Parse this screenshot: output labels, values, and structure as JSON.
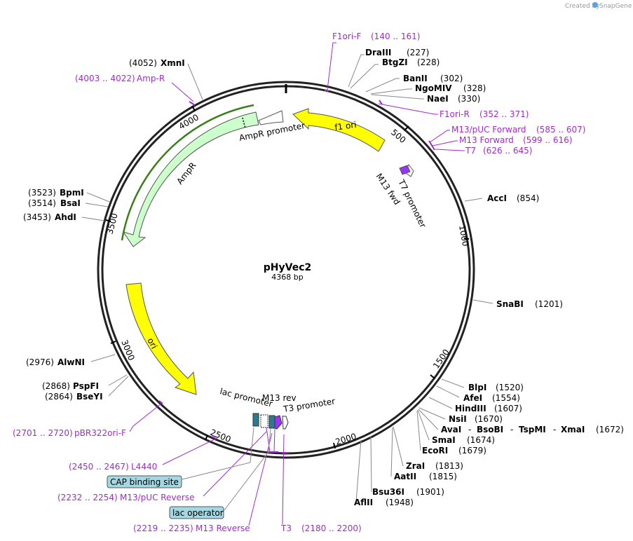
{
  "branding": {
    "created_by": "Created by",
    "app": "SnapGene"
  },
  "plasmid": {
    "name": "pHyVec2",
    "length_label": "4368 bp"
  },
  "ticks": [
    "500",
    "1000",
    "1500",
    "2000",
    "2500",
    "3000",
    "3500",
    "4000"
  ],
  "enzymes": [
    {
      "name": "DraIII",
      "pos": "(227)"
    },
    {
      "name": "BtgZI",
      "pos": "(228)"
    },
    {
      "name": "BanII",
      "pos": "(302)"
    },
    {
      "name": "NgoMIV",
      "pos": "(328)"
    },
    {
      "name": "NaeI",
      "pos": "(330)"
    },
    {
      "name": "AccI",
      "pos": "(854)"
    },
    {
      "name": "SnaBI",
      "pos": "(1201)"
    },
    {
      "name": "BlpI",
      "pos": "(1520)"
    },
    {
      "name": "AfeI",
      "pos": "(1554)"
    },
    {
      "name": "HindIII",
      "pos": "(1607)"
    },
    {
      "name": "NsiI",
      "pos": "(1670)"
    },
    {
      "name": "AvaI",
      "pos": ""
    },
    {
      "name": "BsoBI",
      "pos": ""
    },
    {
      "name": "TspMI",
      "pos": ""
    },
    {
      "name": "XmaI",
      "pos": "(1672)"
    },
    {
      "name": "SmaI",
      "pos": "(1674)"
    },
    {
      "name": "EcoRI",
      "pos": "(1679)"
    },
    {
      "name": "ZraI",
      "pos": "(1813)"
    },
    {
      "name": "AatII",
      "pos": "(1815)"
    },
    {
      "name": "Bsu36I",
      "pos": "(1901)"
    },
    {
      "name": "AflII",
      "pos": "(1948)"
    },
    {
      "name": "XmnI",
      "pos": "(4052)"
    },
    {
      "name": "BpmI",
      "pos": "(3523)"
    },
    {
      "name": "BsaI",
      "pos": "(3514)"
    },
    {
      "name": "AhdI",
      "pos": "(3453)"
    },
    {
      "name": "AlwNI",
      "pos": "(2976)"
    },
    {
      "name": "PspFI",
      "pos": "(2868)"
    },
    {
      "name": "BseYI",
      "pos": "(2864)"
    }
  ],
  "primers": [
    {
      "name": "F1ori-F",
      "range": "(140 .. 161)"
    },
    {
      "name": "F1ori-R",
      "range": "(352 .. 371)"
    },
    {
      "name": "M13/pUC Forward",
      "range": "(585 .. 607)"
    },
    {
      "name": "M13 Forward",
      "range": "(599 .. 616)"
    },
    {
      "name": "T7",
      "range": "(626 .. 645)"
    },
    {
      "name": "Amp-R",
      "range": "(4003 .. 4022)"
    },
    {
      "name": "pBR322ori-F",
      "range": "(2701 .. 2720)"
    },
    {
      "name": "L4440",
      "range": "(2450 .. 2467)"
    },
    {
      "name": "M13/pUC Reverse",
      "range": "(2232 .. 2254)"
    },
    {
      "name": "M13 Reverse",
      "range": "(2219 .. 2235)"
    },
    {
      "name": "T3",
      "range": "(2180 .. 2200)"
    }
  ],
  "features": [
    {
      "name": "f1 ori",
      "color": "#ffff00"
    },
    {
      "name": "AmpR promoter",
      "color": "#ffffff"
    },
    {
      "name": "AmpR",
      "color": "#ccffcc"
    },
    {
      "name": "ori",
      "color": "#ffff00"
    },
    {
      "name": "T7 promoter",
      "color": "#ffffff"
    },
    {
      "name": "M13 fwd",
      "color": "#9933ff"
    },
    {
      "name": "lac promoter",
      "color": "#ffffff"
    },
    {
      "name": "M13 rev",
      "color": "#9933ff"
    },
    {
      "name": "T3 promoter",
      "color": "#ffffff"
    }
  ],
  "boxed_labels": [
    {
      "name": "CAP binding site",
      "color": "#a6d8e3"
    },
    {
      "name": "lac operator",
      "color": "#a6d8e3"
    }
  ]
}
